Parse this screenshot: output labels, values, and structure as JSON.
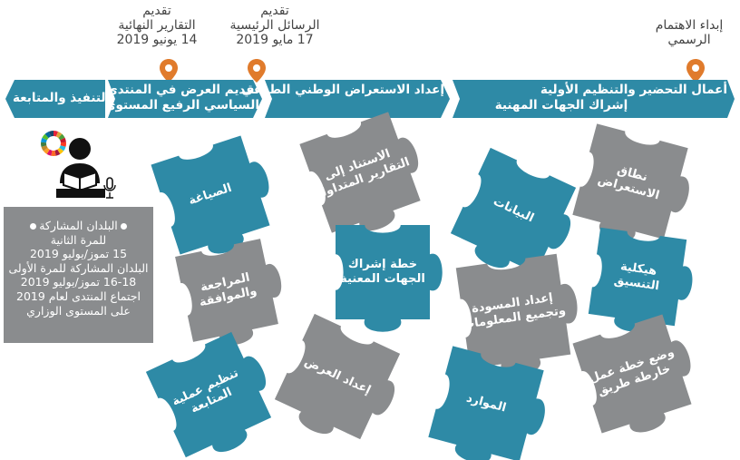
{
  "timeline": {
    "milestone_final_reports": {
      "title": "تقديم",
      "subtitle": "التقارير النهائية",
      "date": "14 يونيو 2019"
    },
    "milestone_main_messages": {
      "title": "تقديم",
      "subtitle": "الرسائل الرئيسية",
      "date": "17 مايو 2019"
    },
    "milestone_interest": {
      "title": "إبداء الاهتمام",
      "subtitle": "الرسمي"
    }
  },
  "phases": {
    "followup": "التنفيذ والمتابعة",
    "hlpf_line1": "تقديم العرض في المنتدى",
    "hlpf_line2": "السياسي الرفيع المستوى",
    "vnr": "إعداد الاستعراض الوطني الطوعي",
    "prep": "أعمال التحضير والتنظيم الأولية",
    "stakeholders": "إشراك الجهات المهنية"
  },
  "info": {
    "line1": "البلدان المشاركة",
    "line2": "للمرة الثانية",
    "line3": "15 تموز/يوليو 2019",
    "line4": "البلدان المشاركة للمرة الأولى",
    "line5": "16-18 تموز/يوليو 2019",
    "line6": "اجتماع المنتدى لعام 2019",
    "line7": "على المستوى الوزاري"
  },
  "pieces": [
    {
      "text": "الصياغة",
      "color": "#2e8aa6"
    },
    {
      "text": "الاستناد إلى\nالتقارير المتداولة",
      "color": "#8a8c8e"
    },
    {
      "text": "البيانات",
      "color": "#2e8aa6"
    },
    {
      "text": "نطاق\nالاستعراض",
      "color": "#8a8c8e"
    },
    {
      "text": "المراجعة\nوالموافقة",
      "color": "#8a8c8e"
    },
    {
      "text": "خطة إشراك\nالجهات المعنية",
      "color": "#2e8aa6"
    },
    {
      "text": "إعداد المسودة\nوتجميع المعلومات",
      "color": "#8a8c8e"
    },
    {
      "text": "هيكلية\nالتنسيق",
      "color": "#2e8aa6"
    },
    {
      "text": "تنظيم عملية\nالمتابعة",
      "color": "#2e8aa6"
    },
    {
      "text": "إعداد العرض",
      "color": "#8a8c8e"
    },
    {
      "text": "الموارد",
      "color": "#2e8aa6"
    },
    {
      "text": "وضع خطة عمل/\nخارطة طريق",
      "color": "#8a8c8e"
    }
  ],
  "colors": {
    "teal": "#2e8aa6",
    "gray": "#8a8c8e",
    "pin": "#e07b2c"
  }
}
